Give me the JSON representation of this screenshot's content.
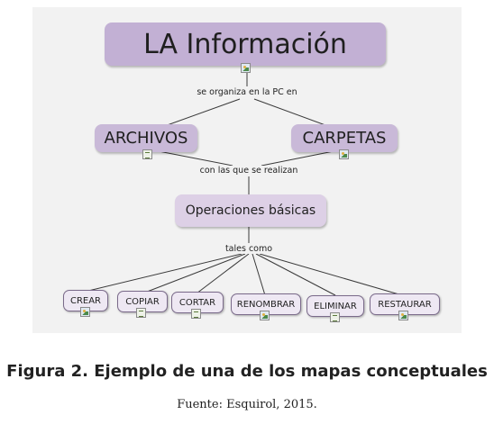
{
  "diagram": {
    "root": {
      "label": "LA Información",
      "icon": "image-icon"
    },
    "link1": "se organiza en la PC en",
    "level1": [
      {
        "label": "ARCHIVOS",
        "icon": "document-icon"
      },
      {
        "label": "CARPETAS",
        "icon": "image-icon"
      }
    ],
    "link2": "con las que se realizan",
    "level2": {
      "label": "Operaciones básicas"
    },
    "link3": "tales como",
    "operations": [
      {
        "label": "CREAR",
        "icon": "image-icon"
      },
      {
        "label": "COPIAR",
        "icon": "document-icon"
      },
      {
        "label": "CORTAR",
        "icon": "document-icon"
      },
      {
        "label": "RENOMBRAR",
        "icon": "image-icon"
      },
      {
        "label": "ELIMINAR",
        "icon": "document-icon"
      },
      {
        "label": "RESTAURAR",
        "icon": "image-icon"
      }
    ]
  },
  "caption": "Figura 2. Ejemplo de una de los mapas conceptuales",
  "source": "Fuente: Esquirol, 2015."
}
